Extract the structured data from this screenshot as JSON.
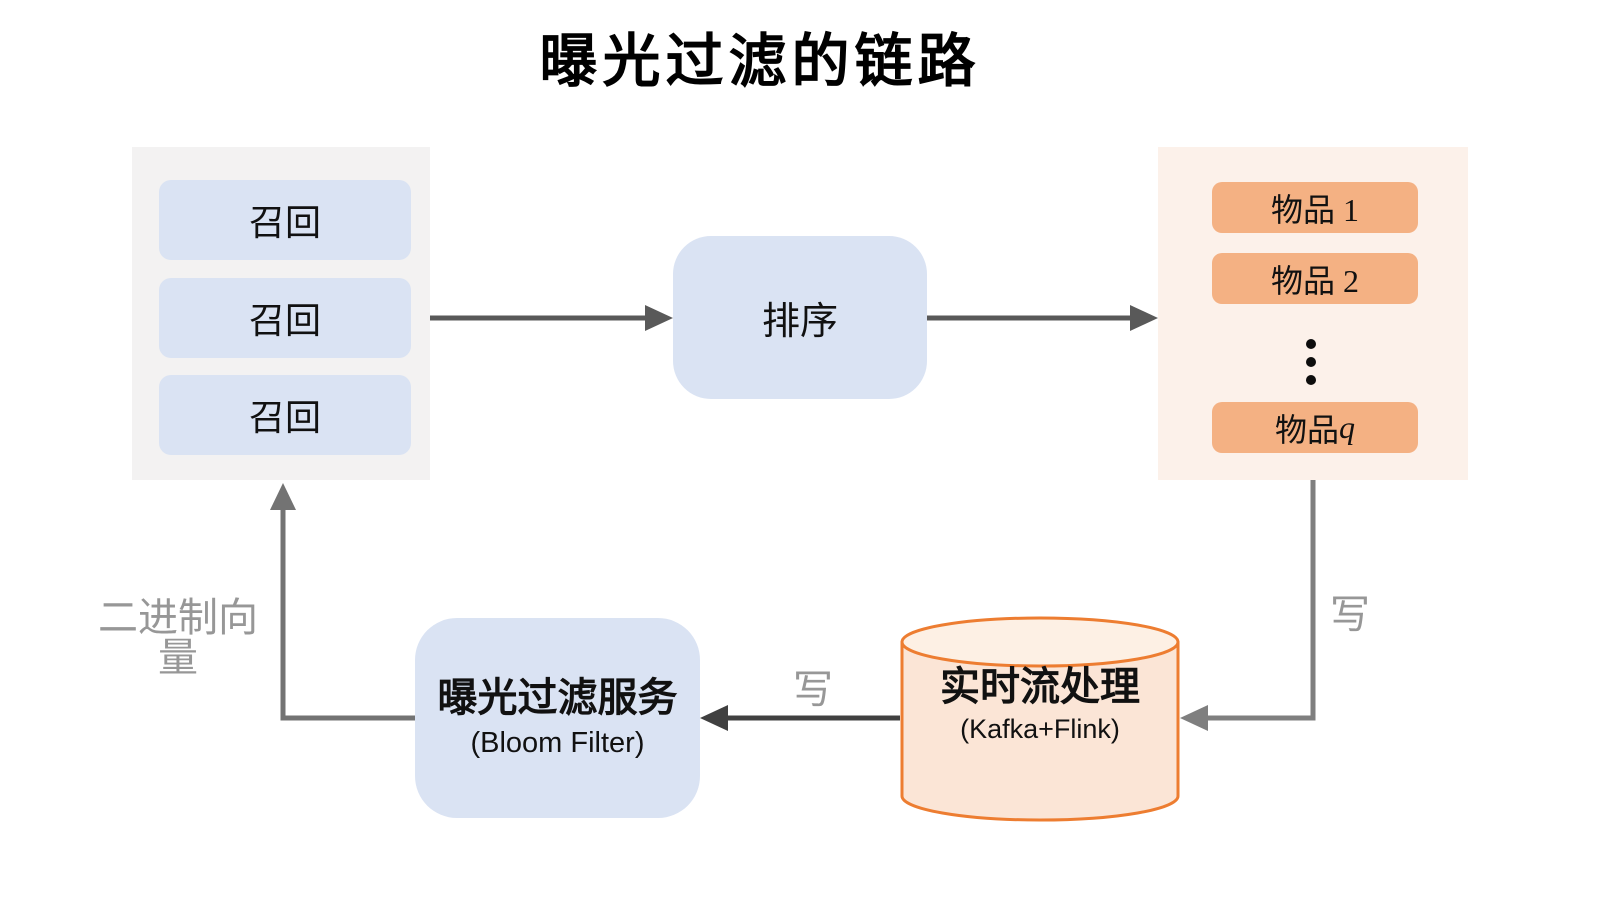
{
  "title": "曝光过滤的链路",
  "colors": {
    "panel_gray": "#f3f2f2",
    "panel_peach": "#fcf1ea",
    "box_blue": "#dae3f3",
    "box_orange": "#f4b183",
    "cylinder_fill": "#fbe5d6",
    "cylinder_top_fill": "#fdf0e4",
    "cylinder_stroke": "#ed7d31",
    "arrow_dark": "#404040",
    "arrow_mid": "#595959",
    "arrow_light": "#7f7f7f",
    "edge_label_gray": "#979797"
  },
  "recall_panel": {
    "boxes": [
      {
        "label": "召回"
      },
      {
        "label": "召回"
      },
      {
        "label": "召回"
      }
    ]
  },
  "rank_box": {
    "label": "排序"
  },
  "items_panel": {
    "items": [
      {
        "label": "物品 1"
      },
      {
        "label": "物品 2"
      }
    ],
    "ellipsis": "⋮",
    "last_item": {
      "prefix": "物品 ",
      "variable": "q"
    }
  },
  "bloom_box": {
    "title": "曝光过滤服务",
    "subtitle": "(Bloom Filter)"
  },
  "stream_cylinder": {
    "title": "实时流处理",
    "subtitle": "(Kafka+Flink)"
  },
  "edges": {
    "binary_vector_label": "二进制向量",
    "write_label_cylinder_to_bloom": "写",
    "write_label_items_to_cylinder": "写"
  }
}
